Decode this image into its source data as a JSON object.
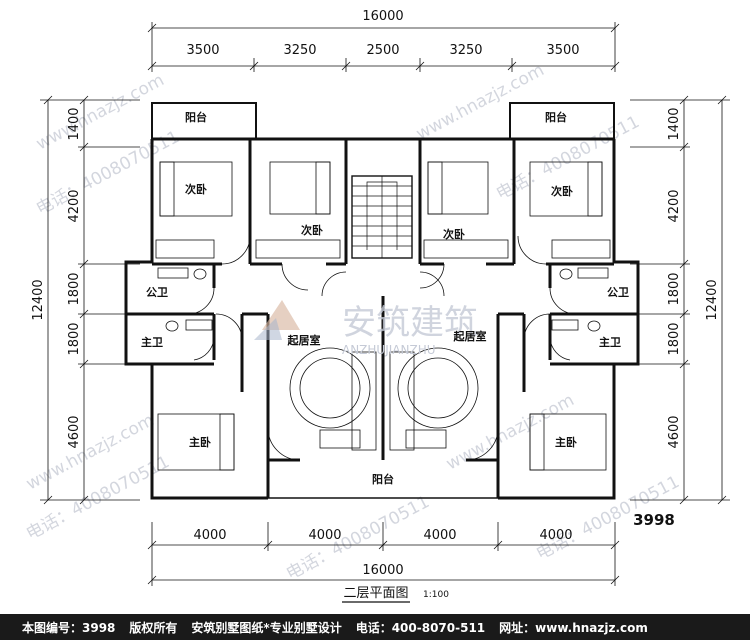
{
  "dims": {
    "top_total": "16000",
    "top_segments": [
      "3500",
      "3250",
      "2500",
      "3250",
      "3500"
    ],
    "bottom_total": "16000",
    "bottom_segments": [
      "4000",
      "4000",
      "4000",
      "4000"
    ],
    "left_total": "12400",
    "left_segments": [
      "1400",
      "4200",
      "1800",
      "1800",
      "4600"
    ],
    "right_total": "12400",
    "right_segments": [
      "1400",
      "4200",
      "1800",
      "1800",
      "4600"
    ]
  },
  "rooms": {
    "balcony_tl": "阳台",
    "balcony_tr": "阳台",
    "balcony_bottom": "阳台",
    "bed_l1": "次卧",
    "bed_l2": "次卧",
    "bed_r1": "次卧",
    "bed_r2": "次卧",
    "bath_pub_l": "公卫",
    "bath_pub_r": "公卫",
    "bath_main_l": "主卫",
    "bath_main_r": "主卫",
    "living_l": "起居室",
    "living_r": "起居室",
    "master_l": "主卧",
    "master_r": "主卧"
  },
  "plan_code": "3998",
  "title": "二层平面图",
  "scale": "1:100",
  "watermark": {
    "brand": "安筑建筑",
    "pinyin": "ANZHUJIANZHU",
    "site": "www.hnazjz.com",
    "phone": "电话：4008070511"
  },
  "footer": {
    "code": "本图编号：3998",
    "rights": "版权所有",
    "slogan": "安筑别墅图纸*专业别墅设计",
    "phone": "电话：400-8070-511",
    "site": "网址：www.hnazjz.com"
  }
}
